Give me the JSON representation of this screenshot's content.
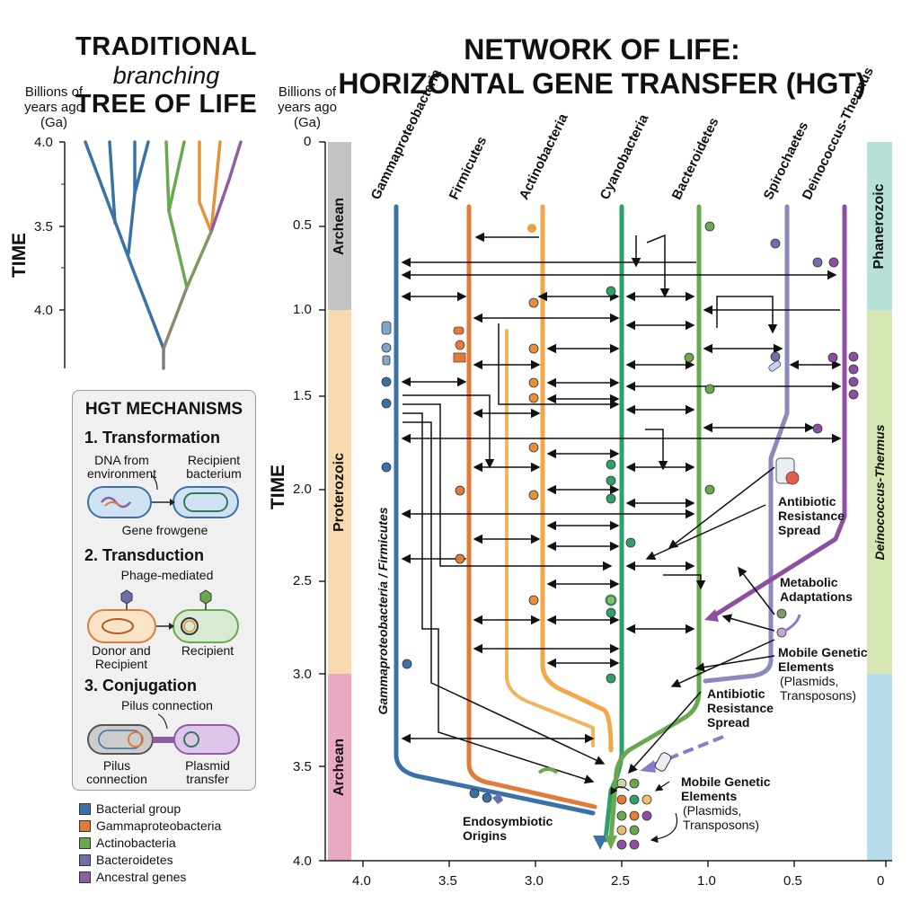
{
  "left_panel": {
    "title_line1": "TRADITIONAL",
    "title_line2": "branching",
    "title_line3": "TREE OF LIFE",
    "unit_label": "Billions of years ago (Ga)",
    "time_label": "TIME",
    "ticks": [
      "4.0",
      "3.5",
      "4.0"
    ],
    "branch_colors": [
      "#3a72a8",
      "#3a72a8",
      "#3a72a8",
      "#6aa84f",
      "#6aa84f",
      "#e69138",
      "#8e5ea2",
      "#7f7f7f"
    ]
  },
  "mechanisms": {
    "title": "HGT MECHANISMS",
    "transformation": {
      "heading": "1. Transformation",
      "label_left": "DNA from environment",
      "label_right": "Recipient bacterium",
      "caption": "Gene frowgene"
    },
    "transduction": {
      "heading": "2. Transduction",
      "sub": "Phage-mediated",
      "label_left": "Donor and Recipient",
      "label_right": "Recipient"
    },
    "conjugation": {
      "heading": "3. Conjugation",
      "sub": "Pilus connection",
      "label_left": "Pilus connection",
      "label_right": "Plasmid transfer"
    }
  },
  "legend": [
    {
      "label": "Bacterial group",
      "color": "#3a72a8"
    },
    {
      "label": "Gammaproteobacteria",
      "color": "#e07b39"
    },
    {
      "label": "Actinobacteria",
      "color": "#6aa84f"
    },
    {
      "label": "Bacteroidetes",
      "color": "#6c6fa8"
    },
    {
      "label": "Ancestral genes",
      "color": "#8e5ea2"
    }
  ],
  "right_panel": {
    "title_line1": "NETWORK OF LIFE:",
    "title_line2": "HORIZONTAL GENE TRANSFER (HGT)",
    "unit_label": "Billions of years ago (Ga)",
    "time_label": "TIME",
    "y_ticks": [
      "0",
      "0.5",
      "1.0",
      "1.5",
      "2.0",
      "2.5",
      "3.0",
      "3.5",
      "4.0"
    ],
    "x_ticks": [
      "4.0",
      "3.5",
      "3.0",
      "2.5",
      "1.0",
      "0.5",
      "0"
    ],
    "left_eras": [
      {
        "label": "Archean",
        "color": "#c4c4c4"
      },
      {
        "label": "Proterozoic",
        "color": "#f8d9b0"
      },
      {
        "label": "Archean",
        "color": "#e9a9c2"
      }
    ],
    "right_eras": [
      {
        "label": "Phanerozoic",
        "color": "#b7e1d9"
      },
      {
        "label": "Deinococcus-Thermus",
        "color": "#d5e6b3"
      },
      {
        "label": "",
        "color": "#b6dcec"
      }
    ],
    "vertical_label": "Gammaproteobacteria / Firmicutes",
    "phyla": [
      {
        "name": "Gammaproteobacteria",
        "color": "#3a72a8"
      },
      {
        "name": "Firmicutes",
        "color": "#e07b39"
      },
      {
        "name": "Actinobacteria",
        "color": "#f0a848"
      },
      {
        "name": "Cyanobacteria",
        "color": "#2ea06a"
      },
      {
        "name": "Bacteroidetes",
        "color": "#6aa84f"
      },
      {
        "name": "Spirochaetes",
        "color": "#8a8ac0"
      },
      {
        "name": "Deinococcus-Thermus",
        "color": "#8e4ea2"
      }
    ],
    "annotations": {
      "antibiotic_1": "Antibiotic Resistance Spread",
      "metabolic": "Metabolic Adaptations",
      "mobile_1": "Mobile Genetic Elements",
      "mobile_1_sub": "(Plasmids, Transposons)",
      "antibiotic_2": "Antibiotic Resistance Spread",
      "mobile_2": "Mobile Genetic Elements",
      "mobile_2_sub": "(Plasmids, Transposons)",
      "endosymbiotic": "Endosymbiotic Origins"
    }
  }
}
